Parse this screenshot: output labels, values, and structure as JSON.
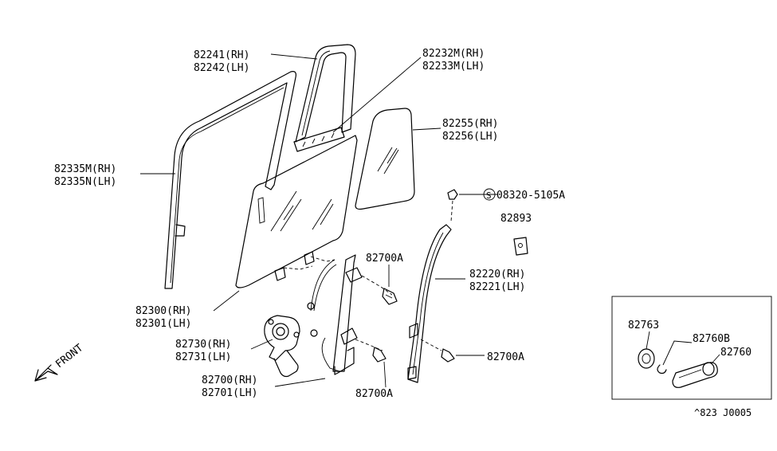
{
  "callouts": {
    "c82241": {
      "line1": "82241(RH)",
      "line2": "82242(LH)"
    },
    "c82232": {
      "line1": "82232M(RH)",
      "line2": "82233M(LH)"
    },
    "c82255": {
      "line1": "82255(RH)",
      "line2": "82256(LH)"
    },
    "c82335": {
      "line1": "82335M(RH)",
      "line2": "82335N(LH)"
    },
    "c08320": {
      "line1": "08320-5105A",
      "symbol": "S"
    },
    "c82893": {
      "line1": "82893"
    },
    "c82700a_top": {
      "line1": "82700A"
    },
    "c82220": {
      "line1": "82220(RH)",
      "line2": "82221(LH)"
    },
    "c82300": {
      "line1": "82300(RH)",
      "line2": "82301(LH)"
    },
    "c82730": {
      "line1": "82730(RH)",
      "line2": "82731(LH)"
    },
    "c82700a_right": {
      "line1": "82700A"
    },
    "c82700": {
      "line1": "82700(RH)",
      "line2": "82701(LH)"
    },
    "c82700a_bottom": {
      "line1": "82700A"
    },
    "c82763": {
      "line1": "82763"
    },
    "c82760b": {
      "line1": "82760B"
    },
    "c82760": {
      "line1": "82760"
    }
  },
  "front_label": "FRONT",
  "diagram_code": "^823 J0005"
}
